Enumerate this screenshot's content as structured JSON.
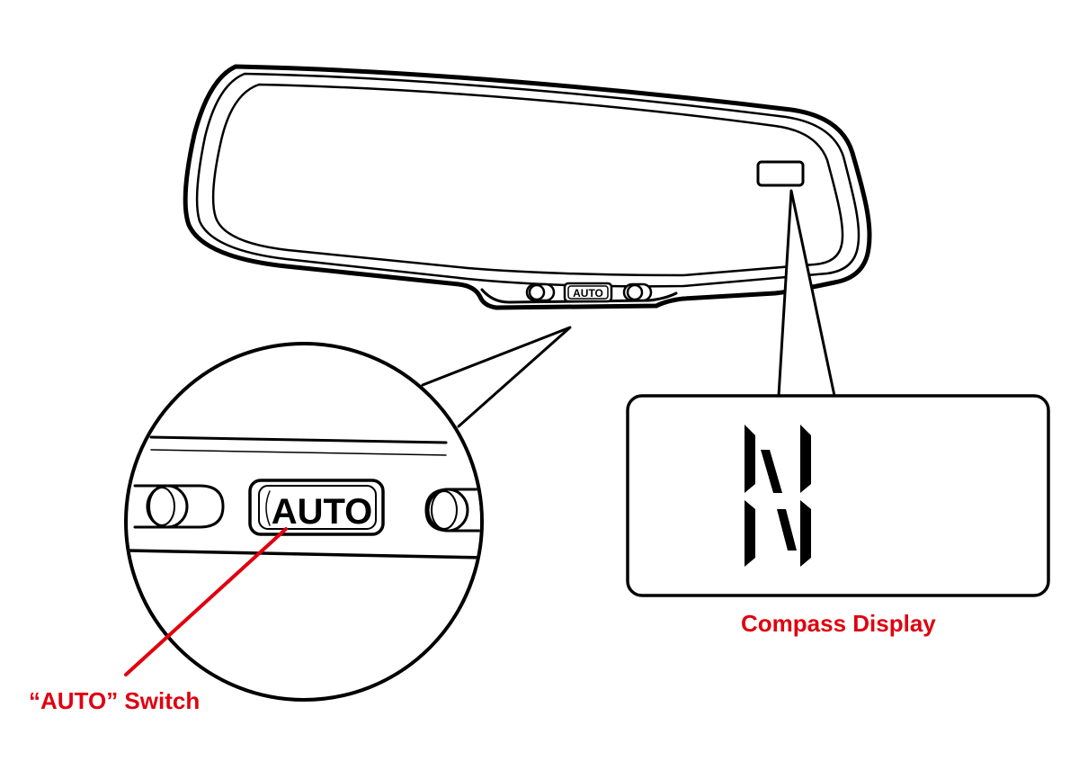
{
  "mirror": {
    "button_small_label": "AUTO",
    "button_zoom_label": "AUTO"
  },
  "compass": {
    "heading_letter": "N"
  },
  "labels": {
    "compass_display": "Compass Display",
    "auto_switch": "“AUTO” Switch"
  },
  "colors": {
    "line": "#000000",
    "label": "#e0000f",
    "background": "#ffffff"
  },
  "icons": {
    "left_toggle": "toggle-switch-icon",
    "right_toggle": "toggle-switch-icon"
  }
}
